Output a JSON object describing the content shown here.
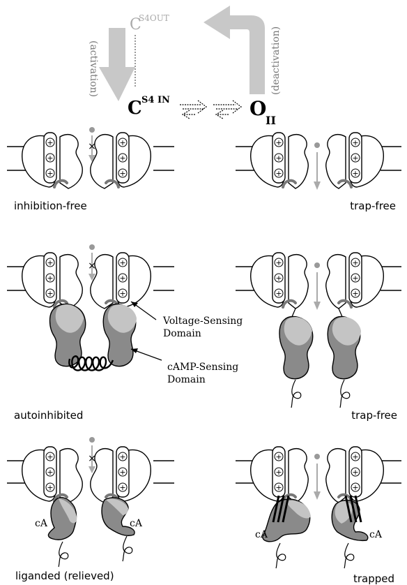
{
  "states": {
    "c_out": {
      "main": "C",
      "sup": "S4OUT"
    },
    "c_in": {
      "main": "C",
      "sup": "S4 IN"
    },
    "o2": {
      "main": "O",
      "sub": "II"
    }
  },
  "arrows": {
    "activation": "(activation)",
    "deactivation": "(deactivation)"
  },
  "panels": {
    "inhibition_free": "inhibition-free",
    "trap_free_1": "trap-free",
    "autoinhibited": "autoinhibited",
    "trap_free_2": "trap-free",
    "liganded": "liganded (relieved)",
    "trapped": "trapped"
  },
  "annotations": {
    "voltage_line1": "Voltage-Sensing",
    "voltage_line2": "Domain",
    "camp_line1": "cAMP-Sensing",
    "camp_line2": "Domain",
    "ligand": "cA"
  },
  "colors": {
    "light_gray_arrow": "#c8c8c8",
    "gray_loop": "#777777",
    "dark_domain": "#8a8a8a",
    "light_domain": "#c4c4c4"
  },
  "glyphs": {
    "plus": "+",
    "block": "×"
  }
}
